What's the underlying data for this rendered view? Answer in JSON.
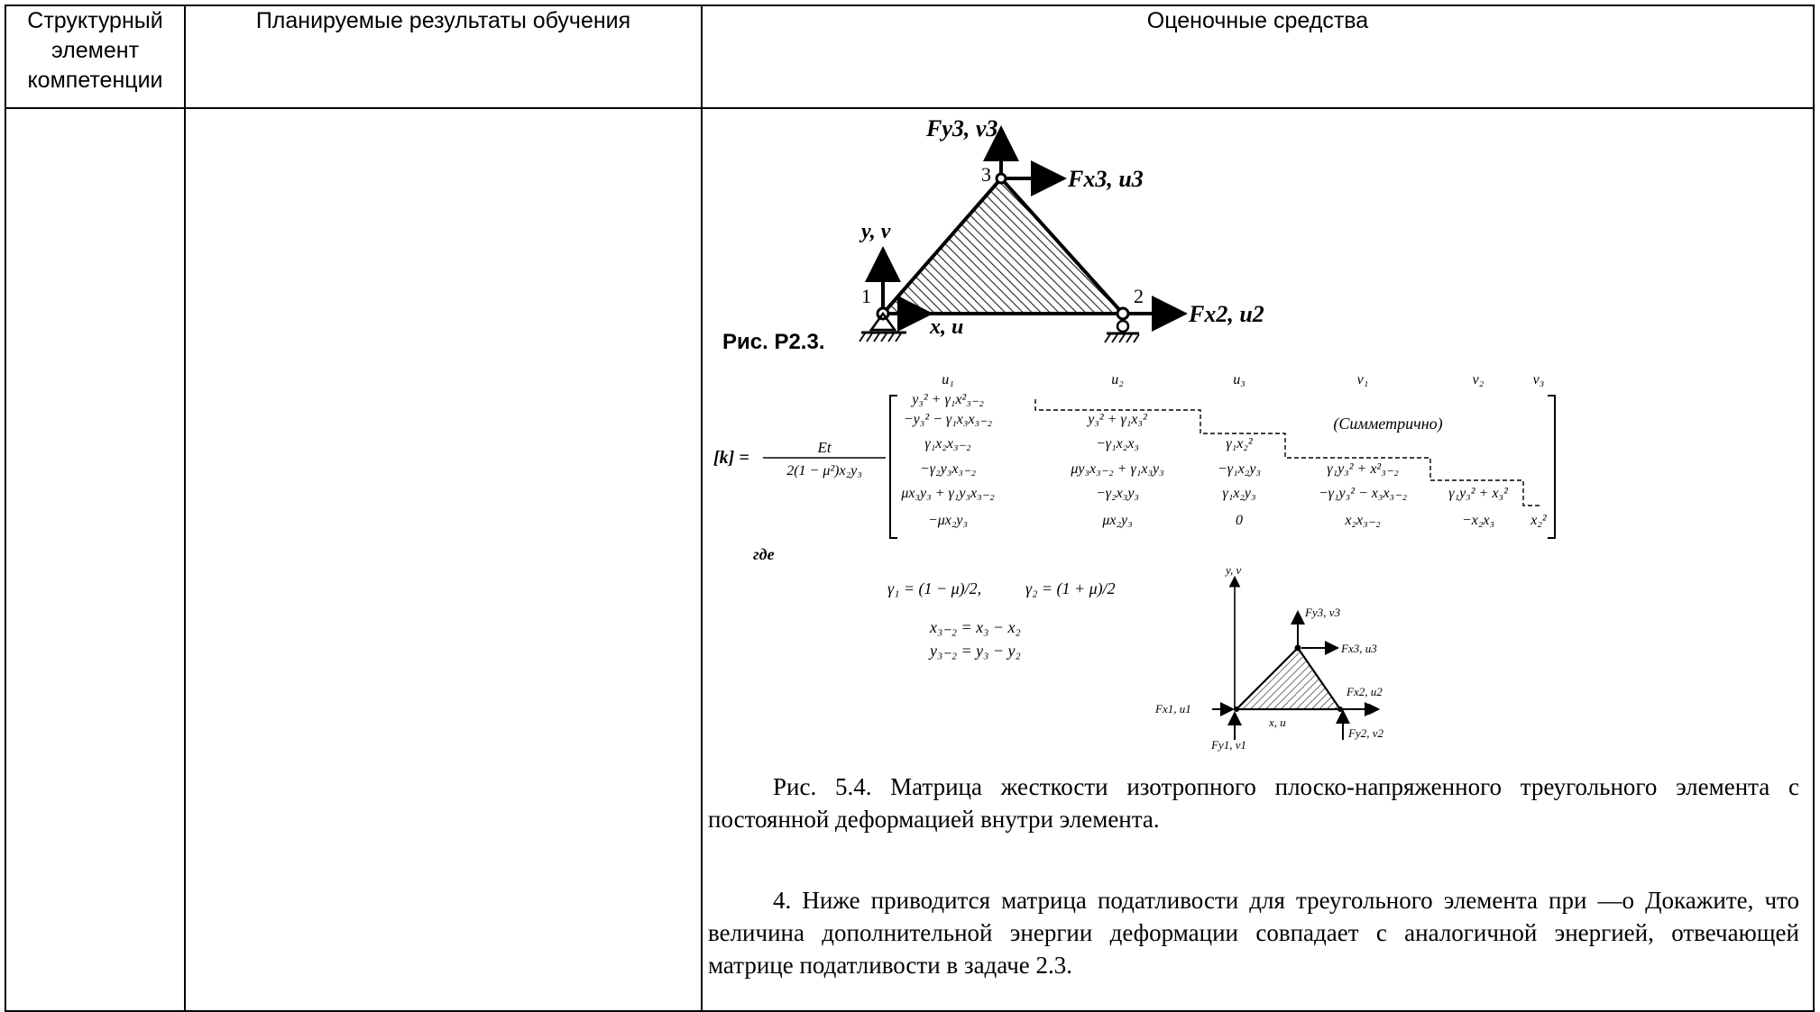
{
  "header": {
    "col1": "Структурный элемент компетенции",
    "col2": "Планируемые результаты обучения",
    "col3": "Оценочные средства"
  },
  "figure1": {
    "caption": "Рис. P2.3.",
    "node1": "1",
    "node2": "2",
    "node3": "3",
    "axis_y": "y, v",
    "axis_x": "x, u",
    "force_3y": "Fy3, v3",
    "force_3x": "Fx3, u3",
    "force_2x": "Fx2, u2"
  },
  "matrix": {
    "lhs": "[k] =",
    "frac_num": "Et",
    "frac_den": "2(1 − μ²)x₂y₃",
    "col_headers": [
      "u₁",
      "u₂",
      "u₃",
      "v₁",
      "v₂",
      "v₃"
    ],
    "symmetric_note": "(Симметрично)",
    "rows": [
      [
        "y₃² + γ₁x²₃₋₂"
      ],
      [
        "−y₃² − γ₁x₃x₃₋₂",
        "y₃² + γ₁x₃²"
      ],
      [
        "γ₁x₂x₃₋₂",
        "−γ₁x₂x₃",
        "γ₁x₂²"
      ],
      [
        "−γ₂y₃x₃₋₂",
        "μy₃x₃₋₂ + γ₁x₃y₃",
        "−γ₁x₂y₃",
        "γ₁y₃² + x²₃₋₂"
      ],
      [
        "μx₃y₃ + γ₁y₃x₃₋₂",
        "−γ₂x₃y₃",
        "γ₁x₂y₃",
        "−γ₁y₃² − x₃x₃₋₂",
        "γ₁y₃² + x₃²"
      ],
      [
        "−μx₂y₃",
        "μx₂y₃",
        "0",
        "x₂x₃₋₂",
        "−x₂x₃",
        "x₂²"
      ]
    ],
    "where": "где",
    "gamma1": "γ₁ = (1 − μ)/2,",
    "gamma2": "γ₂ = (1 + μ)/2",
    "x32": "x₃₋₂ = x₃ − x₂",
    "y32": "y₃₋₂ = y₃ − y₂"
  },
  "figure2": {
    "axis_y": "y, v",
    "axis_x": "x, u",
    "f3y": "Fy3, v3",
    "f3x": "Fx3, u3",
    "f2x": "Fx2, u2",
    "f2y": "Fy2, v2",
    "f1x": "Fx1, u1",
    "f1y": "Fy1, v1"
  },
  "caption_para": "Рис. 5.4. Матрица жесткости изотропного плоско-напряженного треугольного элемента с постоянной деформацией внутри элемента.",
  "task_para": "4. Ниже приводится матрица податливости для треугольного элемента при —о Докажите, что величина дополнительной энергии деформации совпадает с аналогичной энергией, отвечающей матрице податливости в задаче 2.3."
}
